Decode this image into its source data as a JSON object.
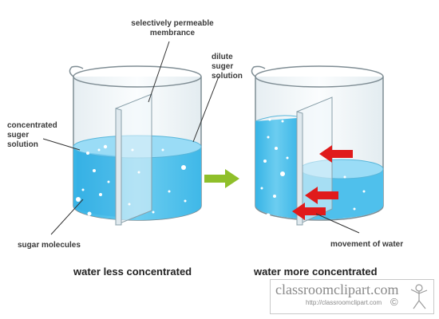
{
  "labels": {
    "membrane": [
      "selectively permeable",
      "membrance"
    ],
    "dilute": [
      "dilute",
      "suger",
      "solution"
    ],
    "concentrated": [
      "concentrated",
      "suger",
      "solution"
    ],
    "molecules": "sugar molecules",
    "movement": "movement of water"
  },
  "captions": {
    "left": "water less concentrated",
    "right": "water more concentrated"
  },
  "watermark": {
    "title": "classroomclipart.com",
    "url": "http://classroomclipart.com",
    "copyright": "©"
  },
  "colors": {
    "water": "#5cc6ee",
    "water_dark": "#2aa6e0",
    "water_surface": "#8fd8f5",
    "glass": "#f4f8fa",
    "glass_edge": "#7f8d94",
    "arrow_green": "#8fbf2a",
    "arrow_red": "#e01b1b"
  }
}
